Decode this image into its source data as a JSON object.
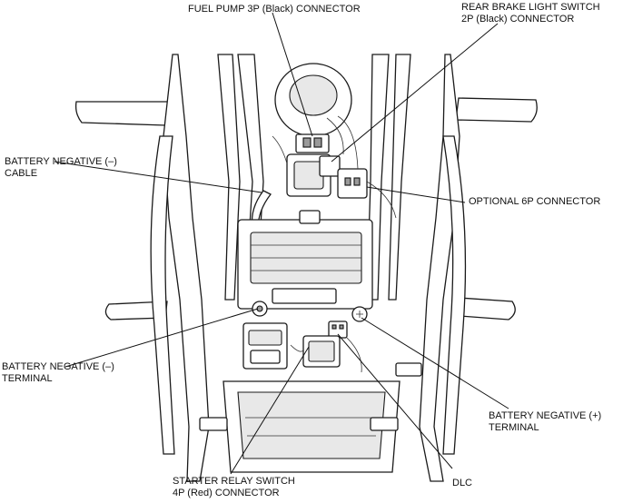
{
  "labels": {
    "fuel_pump": "FUEL PUMP 3P (Black) CONNECTOR",
    "rear_brake_line1": "REAR BRAKE LIGHT SWITCH",
    "rear_brake_line2": "2P (Black) CONNECTOR",
    "battery_neg_cable_line1": "BATTERY NEGATIVE (–)",
    "battery_neg_cable_line2": "CABLE",
    "optional_6p": "OPTIONAL 6P CONNECTOR",
    "battery_neg_terminal_line1": "BATTERY NEGATIVE (–)",
    "battery_neg_terminal_line2": "TERMINAL",
    "battery_pos_terminal_line1": "BATTERY NEGATIVE (+)",
    "battery_pos_terminal_line2": "TERMINAL",
    "starter_relay_line1": "STARTER RELAY SWITCH",
    "starter_relay_line2": "4P (Red) CONNECTOR",
    "dlc": "DLC"
  }
}
